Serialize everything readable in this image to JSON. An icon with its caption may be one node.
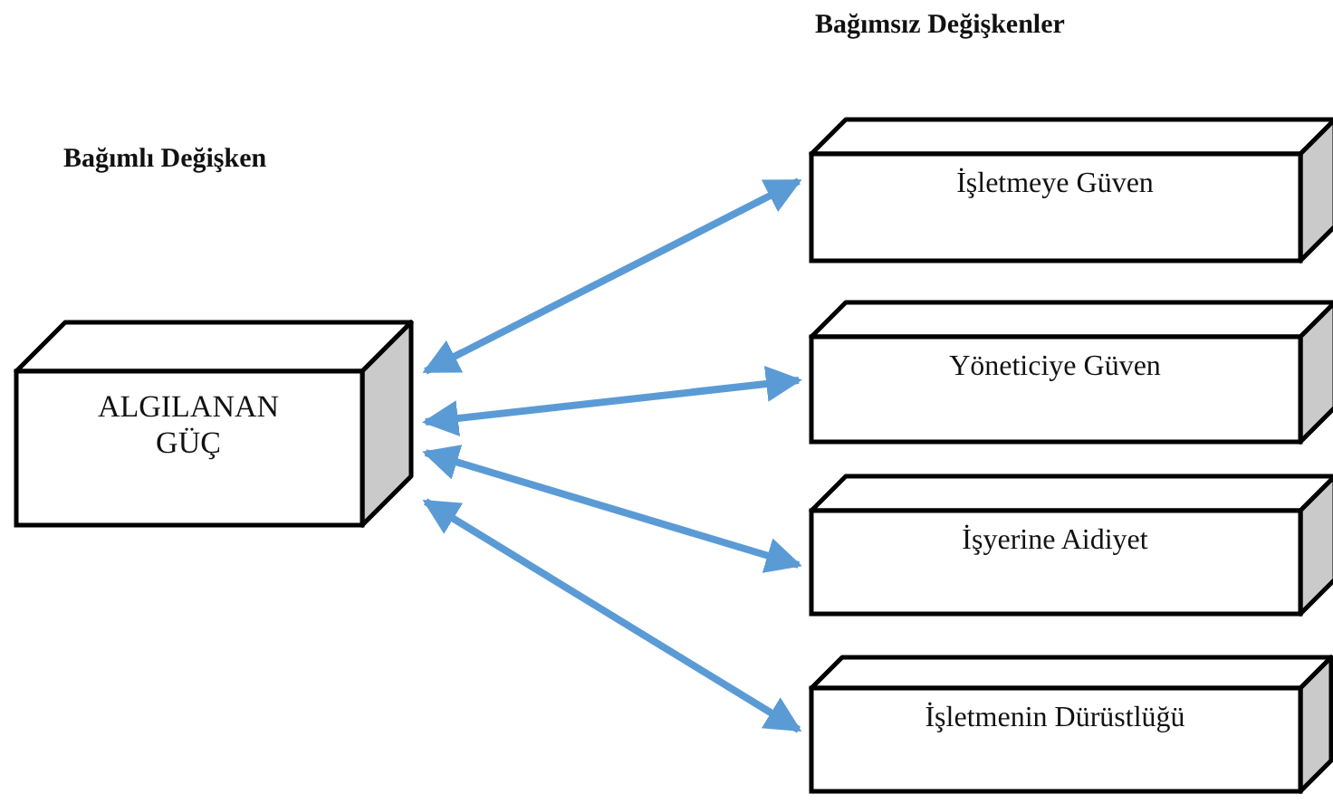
{
  "diagram": {
    "nodes": [
      {
        "text": [
          "ALGILANAN GÜÇ"
        ]
      },
      {
        "text": [
          "İşletmeye Güven"
        ]
      },
      {
        "text": [
          "Yöneticiye Güven"
        ]
      },
      {
        "text": [
          "İşyerine Aidiyet"
        ]
      },
      {
        "text": [
          "İşletmenin Dürüstlüğü"
        ]
      }
    ],
    "edges": [
      {
        "from": 0,
        "to": 1,
        "arrow": "both"
      },
      {
        "from": 0,
        "to": 2,
        "arrow": "both"
      },
      {
        "from": 0,
        "to": 3,
        "arrow": "both"
      },
      {
        "from": 0,
        "to": 4,
        "arrow": "both"
      }
    ],
    "labels": [
      "Bağımsız Değişkenler",
      "Bağımlı Değişken"
    ]
  }
}
